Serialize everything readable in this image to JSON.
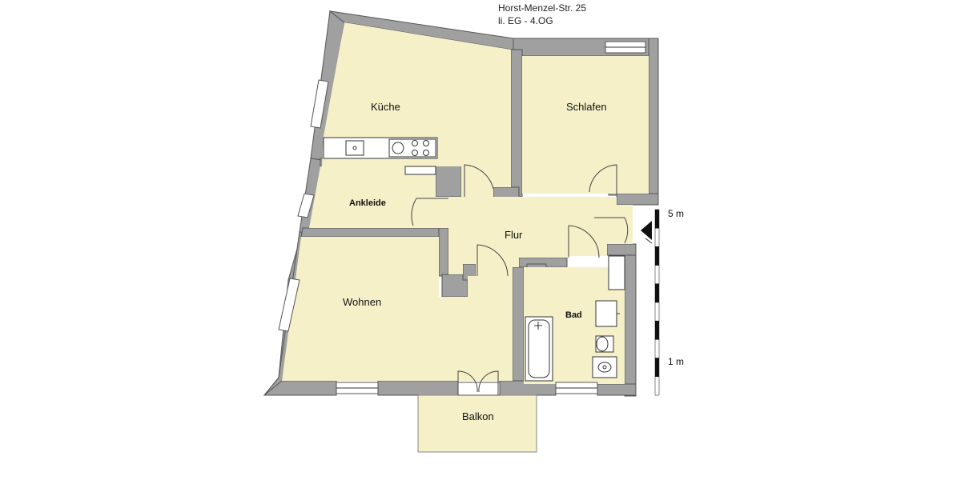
{
  "header": {
    "address": "Horst-Menzel-Str. 25",
    "floor": "li. EG - 4.OG"
  },
  "rooms": {
    "kitchen": "Küche",
    "bedroom": "Schlafen",
    "dressing": "Ankleide",
    "hall": "Flur",
    "living": "Wohnen",
    "bath": "Bad",
    "balcony": "Balkon"
  },
  "scale": {
    "top_label": "5 m",
    "bottom_label": "1 m"
  },
  "colors": {
    "wall": "#a0a0a0",
    "room_fill": "#f5f0c8",
    "background": "#ffffff"
  }
}
